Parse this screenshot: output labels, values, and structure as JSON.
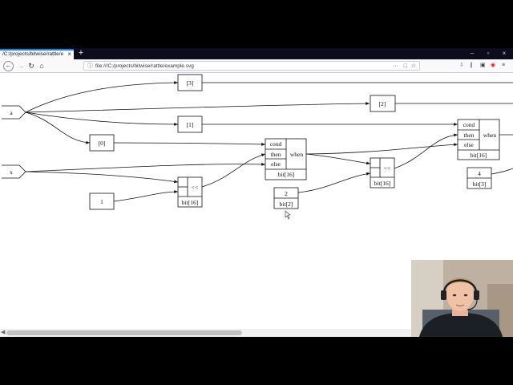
{
  "browser": {
    "tab_title": "/C:/projects/bitwise/rattle/example",
    "tab_close": "×",
    "new_tab": "+",
    "url": "file:///C:/projects/bitwise/rattle/example.svg",
    "window_controls": [
      "–",
      "▫",
      "×"
    ],
    "page_actions": "···"
  },
  "diagram": {
    "inputs": [
      "a",
      "x"
    ],
    "constants": [
      "[3]",
      "[2]",
      "[1]",
      "[0]",
      "1",
      "2",
      "4"
    ],
    "width_labels": [
      "bit[16]",
      "bit[2]",
      "bit[16]",
      "bit[16]",
      "bit[16]",
      "bit[3]"
    ],
    "shift_op": "<<",
    "mux_ports": [
      "cond",
      "then",
      "else"
    ],
    "mux_op": "when"
  }
}
